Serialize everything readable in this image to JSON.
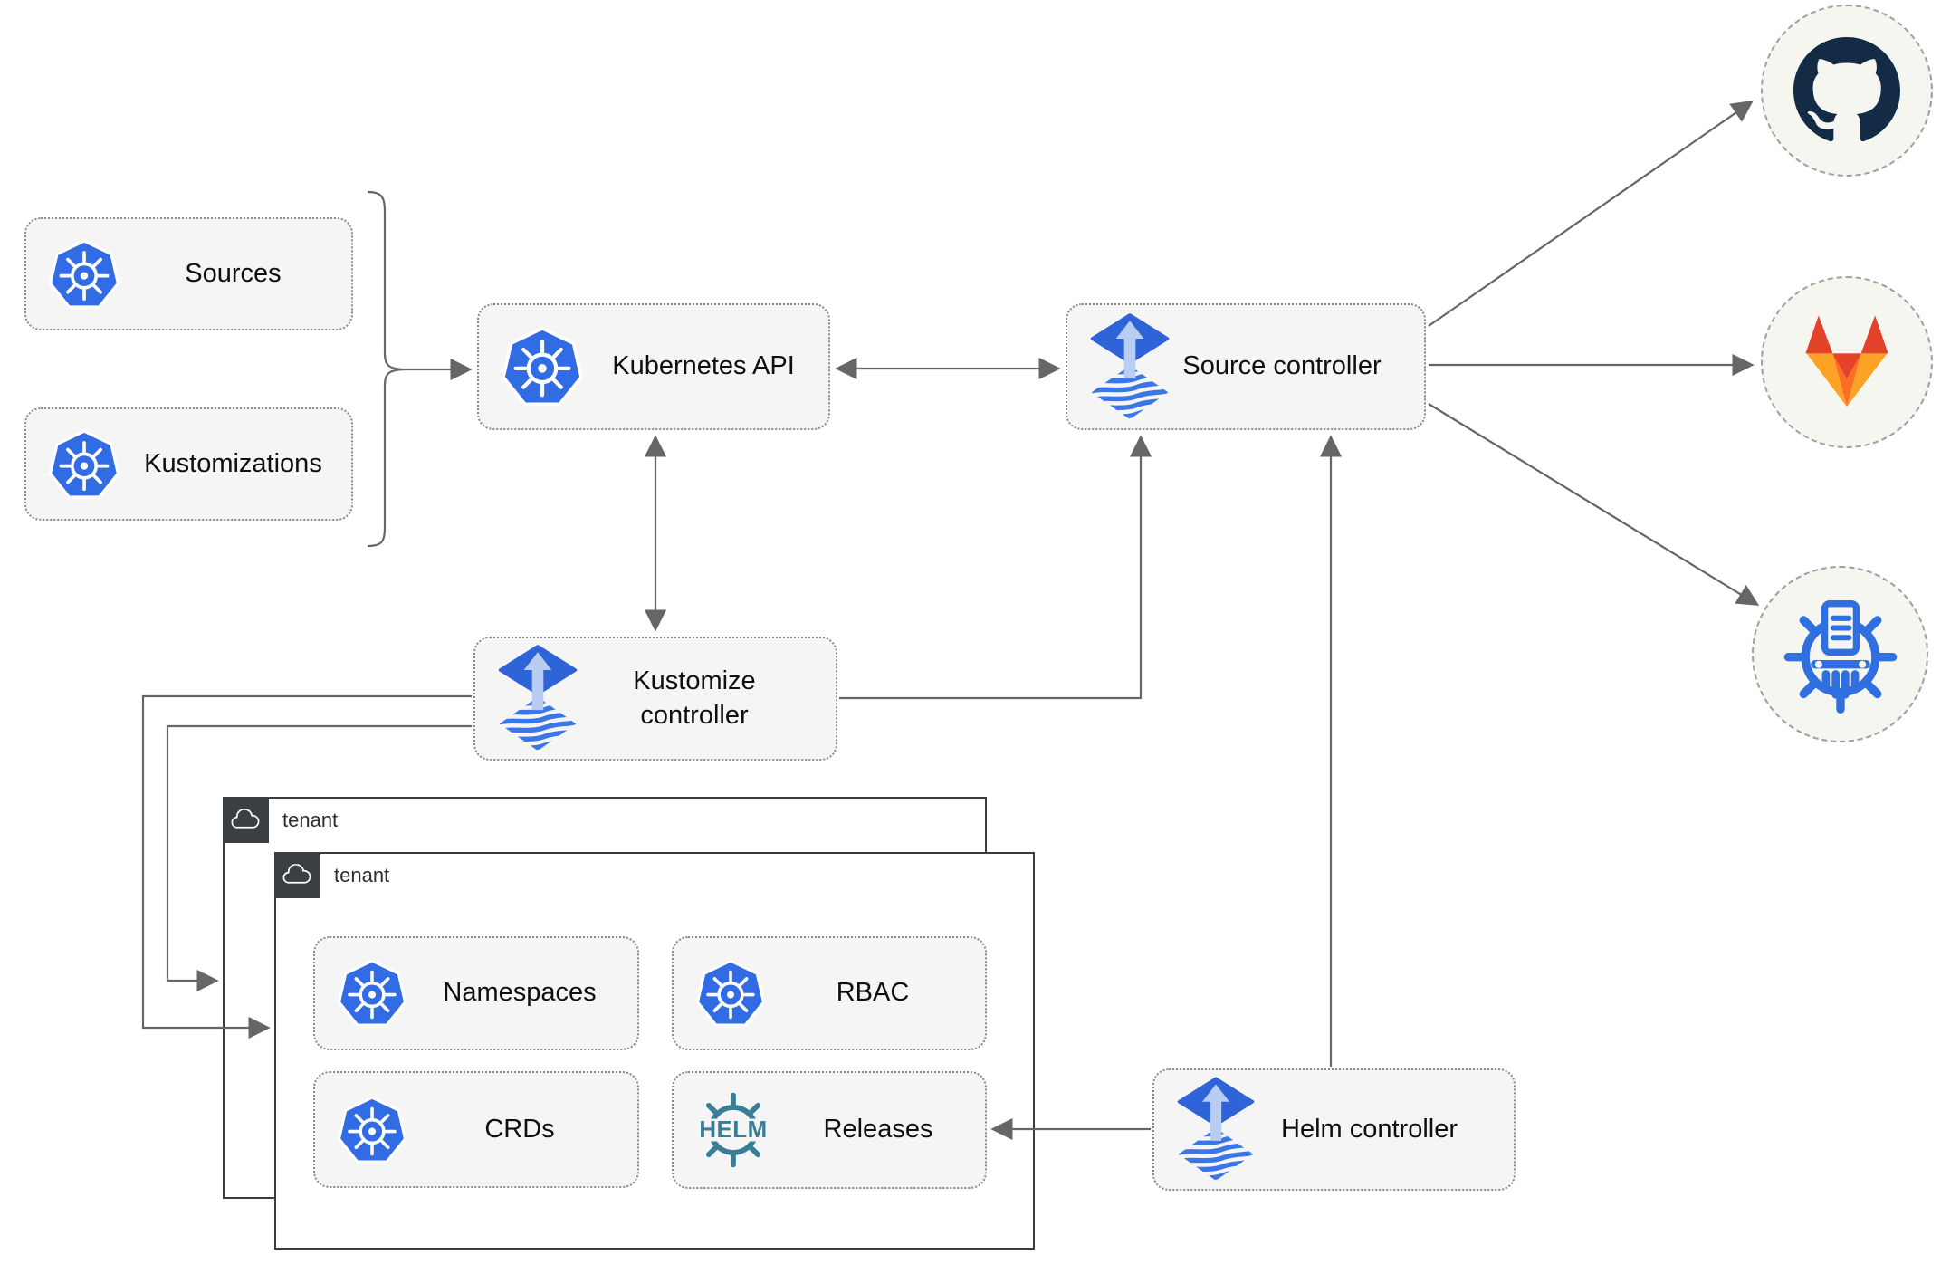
{
  "diagram": {
    "nodes": {
      "sources": {
        "label": "Sources",
        "icon": "kubernetes-icon"
      },
      "kustomizations": {
        "label": "Kustomizations",
        "icon": "kubernetes-icon"
      },
      "kubernetes_api": {
        "label": "Kubernetes API",
        "icon": "kubernetes-icon"
      },
      "source_controller": {
        "label": "Source controller",
        "icon": "flux-icon"
      },
      "kustomize_controller": {
        "label": "Kustomize controller",
        "icon": "flux-icon"
      },
      "helm_controller": {
        "label": "Helm controller",
        "icon": "flux-icon"
      },
      "tenant_outer": {
        "label": "tenant",
        "icon": "cloud-icon"
      },
      "tenant_inner": {
        "label": "tenant",
        "icon": "cloud-icon"
      },
      "namespaces": {
        "label": "Namespaces",
        "icon": "kubernetes-icon"
      },
      "rbac": {
        "label": "RBAC",
        "icon": "kubernetes-icon"
      },
      "crds": {
        "label": "CRDs",
        "icon": "kubernetes-icon"
      },
      "releases": {
        "label": "Releases",
        "icon": "helm-wheel-icon",
        "icon_text": "HELM"
      },
      "github": {
        "icon": "github-icon"
      },
      "gitlab": {
        "icon": "gitlab-icon"
      },
      "chart_repository": {
        "icon": "chart-museum-wheel-icon"
      }
    },
    "edges": [
      {
        "from": "sources & kustomizations",
        "to": "kubernetes_api",
        "style": "brace-arrow"
      },
      {
        "from": "kubernetes_api",
        "to": "source_controller",
        "style": "double-arrow"
      },
      {
        "from": "kubernetes_api",
        "to": "kustomize_controller",
        "style": "double-arrow"
      },
      {
        "from": "kustomize_controller",
        "to": "source_controller",
        "style": "arrow"
      },
      {
        "from": "kustomize_controller",
        "to": "tenant_inner",
        "style": "arrow"
      },
      {
        "from": "kustomize_controller",
        "to": "tenant_outer",
        "style": "arrow"
      },
      {
        "from": "helm_controller",
        "to": "source_controller",
        "style": "arrow"
      },
      {
        "from": "helm_controller",
        "to": "releases",
        "style": "arrow"
      },
      {
        "from": "source_controller",
        "to": "github",
        "style": "arrow"
      },
      {
        "from": "source_controller",
        "to": "gitlab",
        "style": "arrow"
      },
      {
        "from": "source_controller",
        "to": "chart_repository",
        "style": "arrow"
      }
    ],
    "colors": {
      "kubernetes_blue": "#326ce5",
      "flux_blue": "#2f63d8",
      "flux_arrow_light": "#b9cdf3",
      "helm_teal": "#377e96",
      "github_dark": "#142b45",
      "gitlab_red": "#e24329",
      "gitlab_orange": "#fc6d26",
      "gitlab_amber": "#fca326",
      "chart_repo_blue": "#2f6fe0",
      "node_fill": "#f5f5f5",
      "edge_gray": "#666666",
      "tenant_tag_dark": "#3a3f44"
    }
  }
}
